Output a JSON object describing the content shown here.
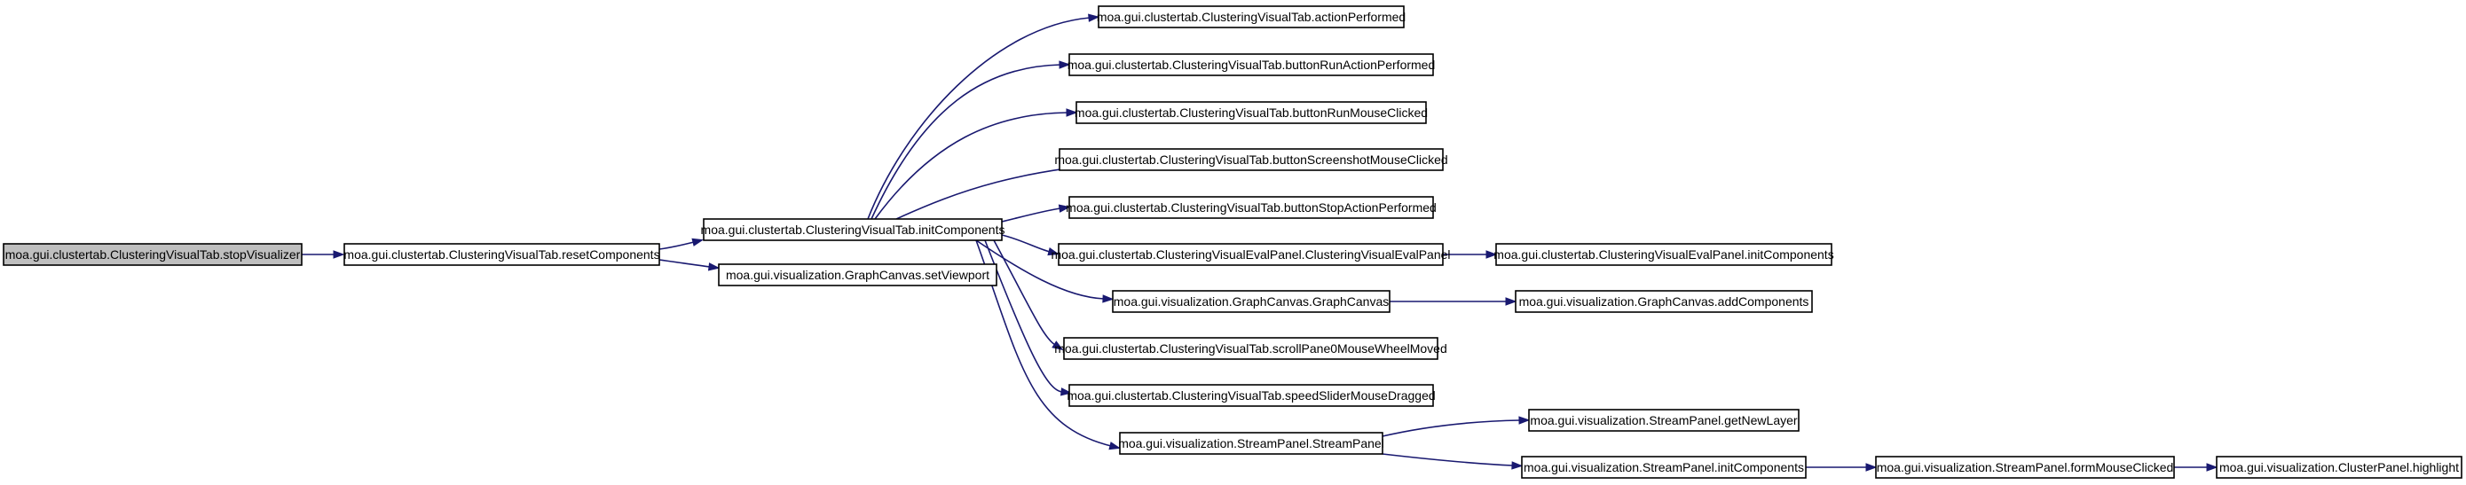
{
  "graph": {
    "nodes": [
      {
        "id": "n1",
        "label": "moa.gui.clustertab.ClusteringVisualTab.stopVisualizer",
        "root": true
      },
      {
        "id": "n2",
        "label": "moa.gui.clustertab.ClusteringVisualTab.resetComponents"
      },
      {
        "id": "n3",
        "label": "moa.gui.clustertab.ClusteringVisualTab.initComponents"
      },
      {
        "id": "n4",
        "label": "moa.gui.visualization.GraphCanvas.setViewport"
      },
      {
        "id": "n5",
        "label": "moa.gui.clustertab.ClusteringVisualTab.actionPerformed"
      },
      {
        "id": "n6",
        "label": "moa.gui.clustertab.ClusteringVisualTab.buttonRunActionPerformed"
      },
      {
        "id": "n7",
        "label": "moa.gui.clustertab.ClusteringVisualTab.buttonRunMouseClicked"
      },
      {
        "id": "n8",
        "label": "moa.gui.clustertab.ClusteringVisualTab.buttonScreenshotMouseClicked"
      },
      {
        "id": "n9",
        "label": "moa.gui.clustertab.ClusteringVisualTab.buttonStopActionPerformed"
      },
      {
        "id": "n10",
        "label": "moa.gui.clustertab.ClusteringVisualEvalPanel.ClusteringVisualEvalPanel"
      },
      {
        "id": "n11",
        "label": "moa.gui.visualization.GraphCanvas.GraphCanvas"
      },
      {
        "id": "n12",
        "label": "moa.gui.clustertab.ClusteringVisualTab.scrollPane0MouseWheelMoved"
      },
      {
        "id": "n13",
        "label": "moa.gui.clustertab.ClusteringVisualTab.speedSliderMouseDragged"
      },
      {
        "id": "n14",
        "label": "moa.gui.visualization.StreamPanel.StreamPanel"
      },
      {
        "id": "n15",
        "label": "moa.gui.clustertab.ClusteringVisualEvalPanel.initComponents"
      },
      {
        "id": "n16",
        "label": "moa.gui.visualization.GraphCanvas.addComponents"
      },
      {
        "id": "n17",
        "label": "moa.gui.visualization.StreamPanel.getNewLayer"
      },
      {
        "id": "n18",
        "label": "moa.gui.visualization.StreamPanel.initComponents"
      },
      {
        "id": "n19",
        "label": "moa.gui.visualization.StreamPanel.formMouseClicked"
      },
      {
        "id": "n20",
        "label": "moa.gui.visualization.ClusterPanel.highlight"
      }
    ],
    "edges": [
      {
        "from": "n1",
        "to": "n2"
      },
      {
        "from": "n2",
        "to": "n3"
      },
      {
        "from": "n2",
        "to": "n4"
      },
      {
        "from": "n3",
        "to": "n5"
      },
      {
        "from": "n3",
        "to": "n6"
      },
      {
        "from": "n3",
        "to": "n7"
      },
      {
        "from": "n3",
        "to": "n8"
      },
      {
        "from": "n3",
        "to": "n9"
      },
      {
        "from": "n3",
        "to": "n10"
      },
      {
        "from": "n3",
        "to": "n11"
      },
      {
        "from": "n3",
        "to": "n12"
      },
      {
        "from": "n3",
        "to": "n13"
      },
      {
        "from": "n3",
        "to": "n14"
      },
      {
        "from": "n10",
        "to": "n15"
      },
      {
        "from": "n11",
        "to": "n16"
      },
      {
        "from": "n14",
        "to": "n17"
      },
      {
        "from": "n14",
        "to": "n18"
      },
      {
        "from": "n18",
        "to": "n19"
      },
      {
        "from": "n19",
        "to": "n20"
      }
    ]
  }
}
